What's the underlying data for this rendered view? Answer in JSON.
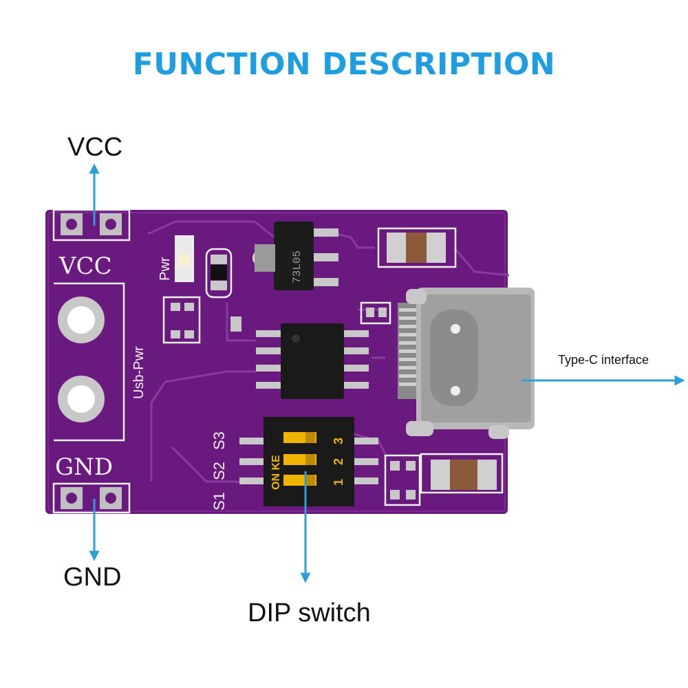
{
  "title": "FUNCTION DESCRIPTION",
  "colors": {
    "title": "#1e9ee0",
    "arrow": "#2a9fd8",
    "pcb": "#6a1a7e",
    "silkscreen": "#f2f2f2",
    "dip_switch": "#f0b400"
  },
  "callouts": {
    "vcc": "VCC",
    "gnd": "GND",
    "dip_switch": "DIP switch",
    "type_c": "Type-C interface"
  },
  "board": {
    "vcc_silk": "VCC",
    "gnd_silk": "GND",
    "usb_pwr": "Usb-Pwr",
    "pwr": "Pwr",
    "regulator_marking": "73L05",
    "switch_labels": [
      "S1",
      "S2",
      "S3"
    ],
    "dip_on_ke": "ON KE",
    "dip_numbers": [
      "1",
      "2",
      "3"
    ]
  }
}
